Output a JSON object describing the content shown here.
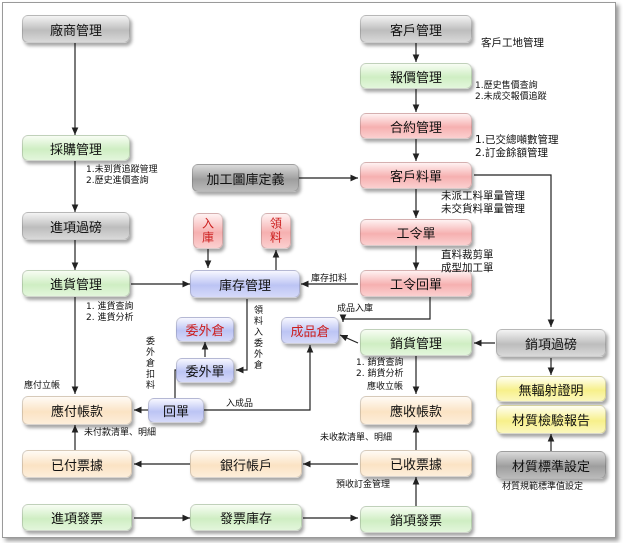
{
  "nodes": {
    "vendor_mgmt": "廠商管理",
    "purchase_mgmt": "採購管理",
    "weigh_in": "進項過磅",
    "receiving_mgmt": "進貨管理",
    "payables": "應付帳款",
    "paid_notes": "已付票據",
    "input_invoice": "進項發票",
    "stock_in": "入庫",
    "stock_out": "領料",
    "inventory_mgmt": "庫存管理",
    "consign_warehouse": "委外倉",
    "consign_order": "委外單",
    "return_order": "回單",
    "finished_warehouse": "成品倉",
    "bank_account": "銀行帳戶",
    "invoice_stock": "發票庫存",
    "process_library": "加工圖庫定義",
    "customer_mgmt": "客戶管理",
    "quote_mgmt": "報價管理",
    "contract_mgmt": "合約管理",
    "customer_orders": "客戶料單",
    "work_order": "工令單",
    "work_return": "工令回單",
    "sales_mgmt": "銷貨管理",
    "receivables": "應收帳款",
    "received_notes": "已收票據",
    "output_invoice": "銷項發票",
    "sales_weigh": "銷項過磅",
    "no_radiation_cert": "無輻射證明",
    "material_report": "材質檢驗報告",
    "material_std": "材質標準設定"
  },
  "notes": {
    "customer_site": "客戶工地管理",
    "quote_1": "1.歷史售價查詢",
    "quote_2": "2.未成交報價追蹤",
    "contract_1": "1.已交總噸數管理",
    "contract_2": "2.訂金餘額管理",
    "orders_1": "未派工料單量管理",
    "orders_2": "未交貨料單量管理",
    "work_1": "直料裁剪單",
    "work_2": "成型加工單",
    "purchase_1": "1.未到貨追蹤管理",
    "purchase_2": "2.歷史進價查詢",
    "receiving_1": "1. 進貨查詢",
    "receiving_2": "2. 進貨分析",
    "inv_deduct": "庫存扣料",
    "finished_in": "成品入庫",
    "pick_consign": "領料入委外倉",
    "consign_deduct": "委外倉扣料",
    "into_finished": "入成品",
    "sales_1": "1. 銷貨查詢",
    "sales_2": "2. 銷貨分析",
    "payable_post": "應付立帳",
    "receivable_post": "應收立帳",
    "unpaid": "未付款清單、明細",
    "unreceived": "未收款清單、明細",
    "prepaid": "預收訂金管理",
    "std_note": "材質規範標準值設定"
  }
}
